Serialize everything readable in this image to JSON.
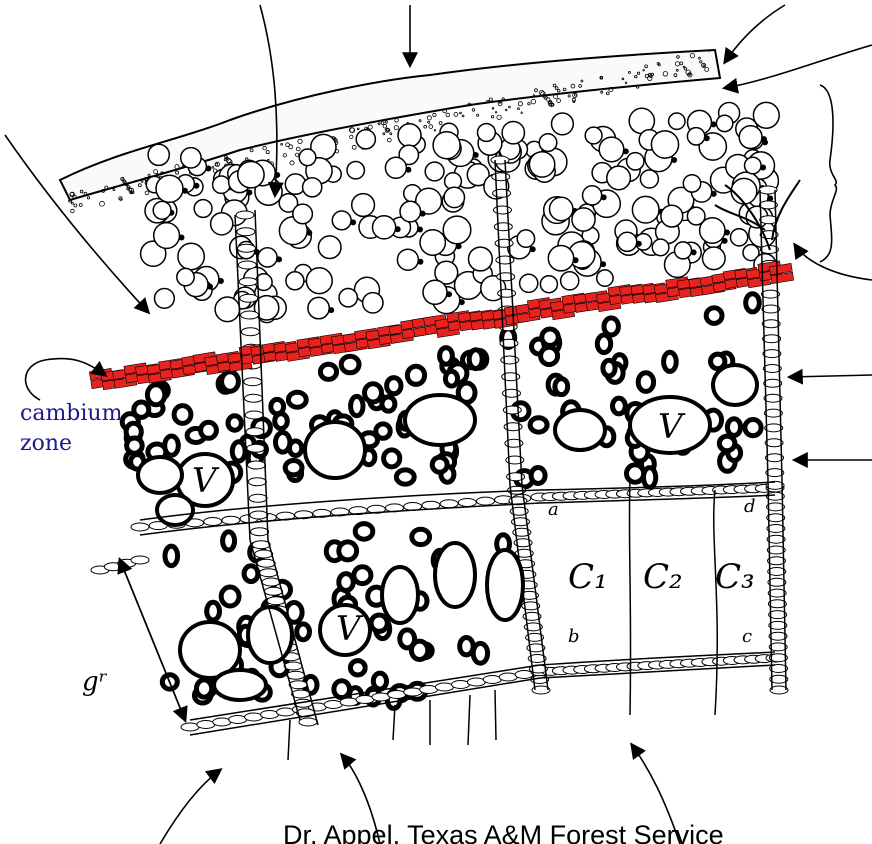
{
  "labels": {
    "cambium_line1": "cambium",
    "cambium_line2": "zone",
    "vessel": "V",
    "c1": "C₁",
    "c2": "C₂",
    "c3": "C₃",
    "a": "a",
    "b": "b",
    "c": "c",
    "d": "d",
    "growth_ring": "gʳ"
  },
  "credit": "Dr. Appel, Texas A&M Forest Service",
  "colors": {
    "phloem_band": "#e8231f",
    "ink": "#000000",
    "label_blue": "#1a1a8a"
  }
}
